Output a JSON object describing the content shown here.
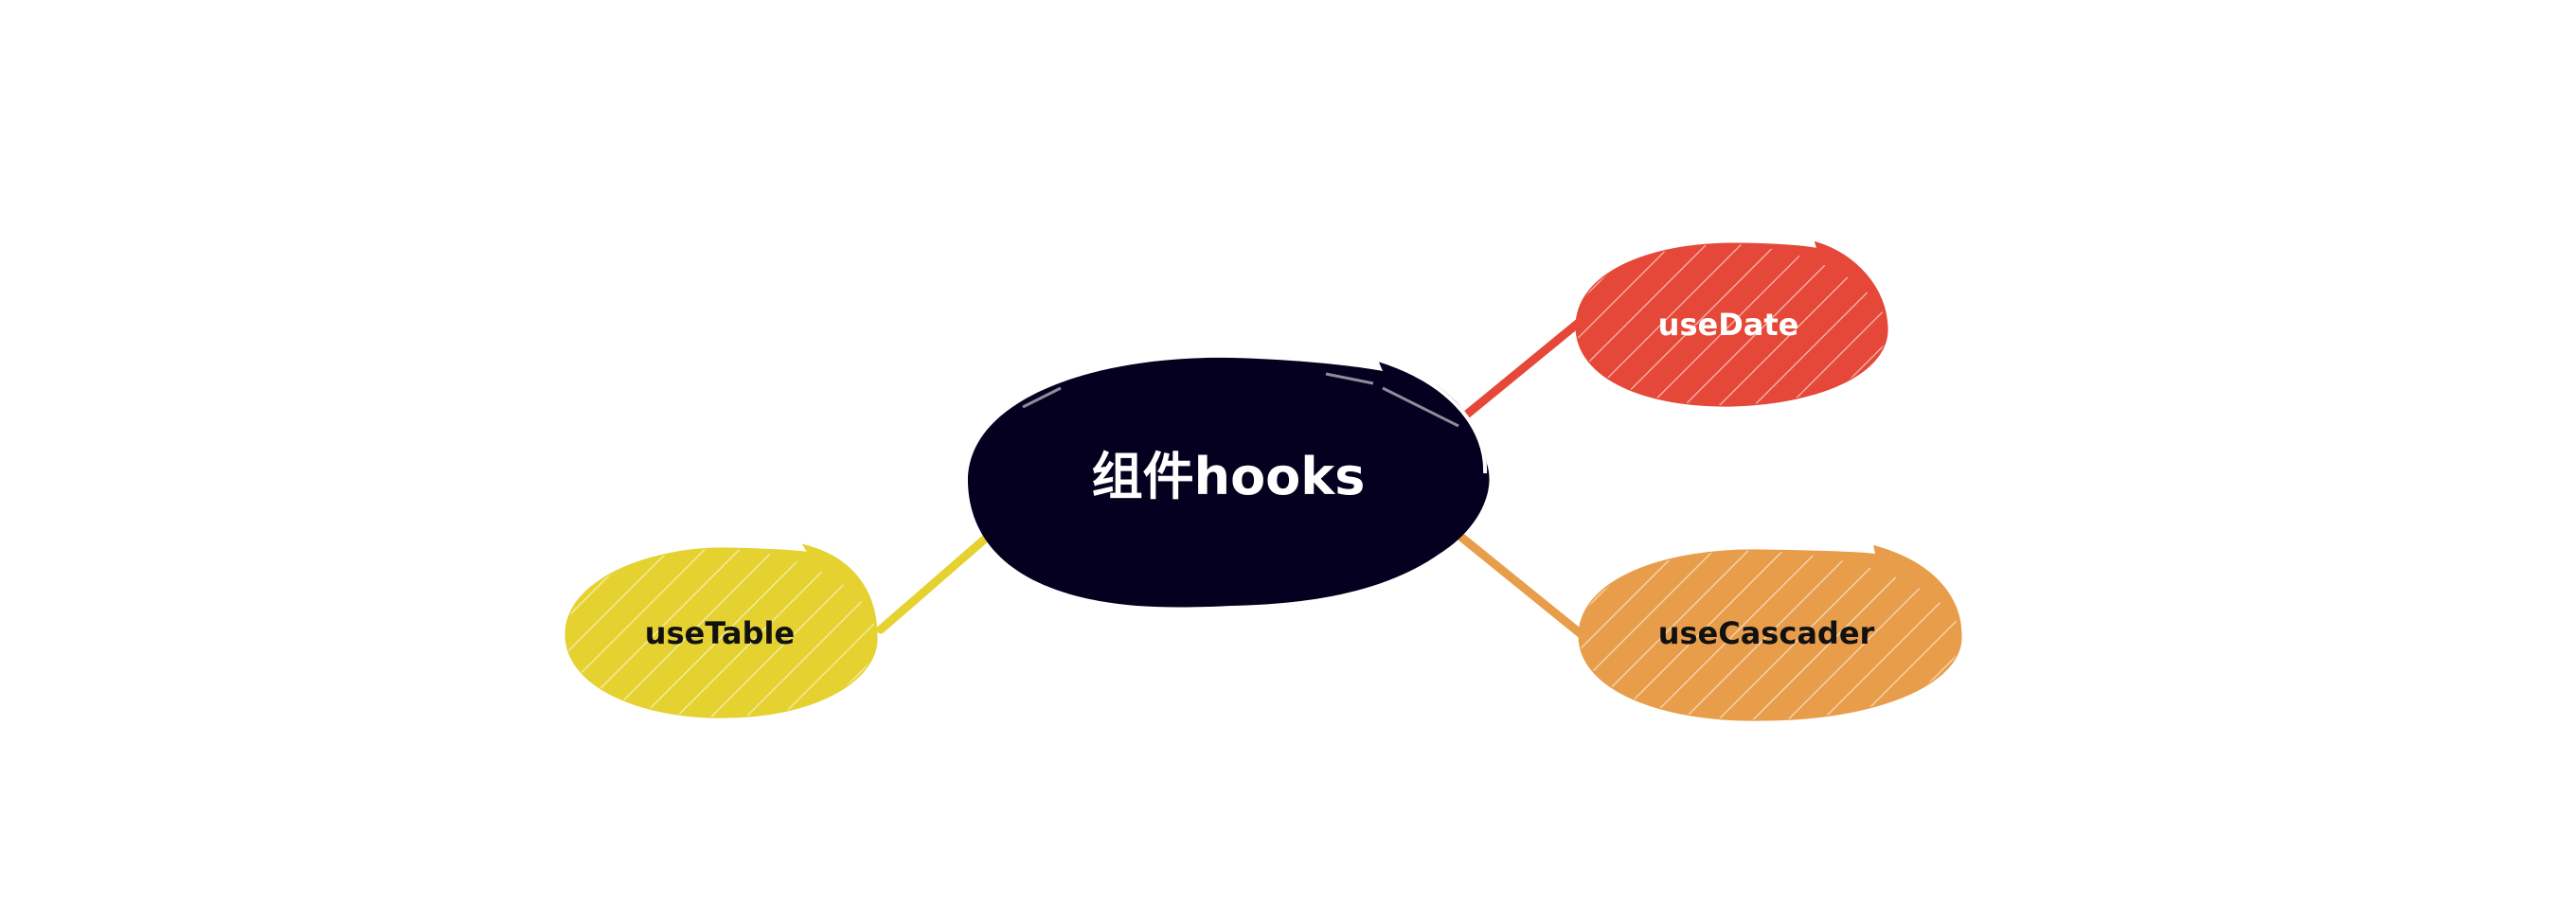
{
  "mindmap": {
    "center": {
      "label": "组件hooks",
      "fill": "#05001F",
      "text_color": "#FFFFFF"
    },
    "branches": [
      {
        "id": "usetable",
        "label": "useTable",
        "fill": "#E5D231",
        "text_color": "#111111",
        "connector_color": "#E5D231"
      },
      {
        "id": "usedate",
        "label": "useDate",
        "fill": "#E54838",
        "text_color": "#FFFFFF",
        "connector_color": "#E54838"
      },
      {
        "id": "usecascader",
        "label": "useCascader",
        "fill": "#E89D4A",
        "text_color": "#111111",
        "connector_color": "#E89D4A"
      }
    ],
    "background": "#FFFFFF"
  }
}
